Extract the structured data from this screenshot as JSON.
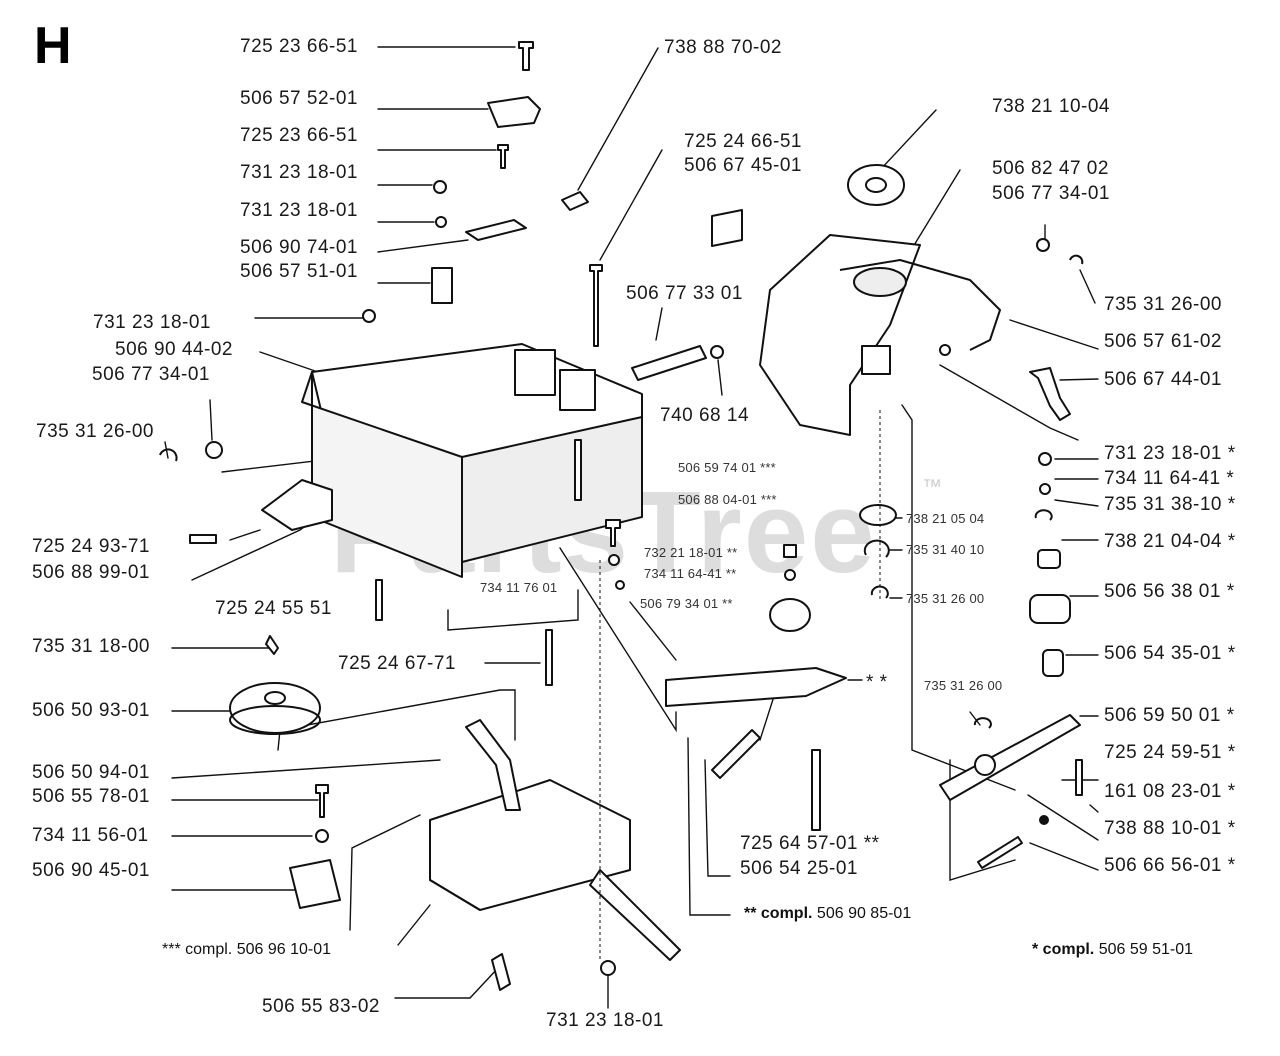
{
  "section": "H",
  "watermark": "PartsTree",
  "watermark_tm": "™",
  "labels_left": [
    "725 23 66-51",
    "506 57 52-01",
    "725 23 66-51",
    "731 23 18-01",
    "731 23 18-01",
    "506 90 74-01",
    "506 57 51-01",
    "731 23 18-01",
    "506 90 44-02",
    "506 77 34-01",
    "735 31 26-00",
    "725 24 93-71",
    "506 88 99-01",
    "725 24 55 51",
    "735 31 18-00",
    "725 24 67-71",
    "506 50 93-01",
    "506 50 94-01",
    "506 55 78-01",
    "734 11 56-01",
    "506 90 45-01",
    "506 55 83-02",
    "731 23 18-01"
  ],
  "labels_center": [
    "738 88 70-02",
    "725 24 66-51",
    "506 67 45-01",
    "506 77 33 01",
    "740 68 14",
    "506 59 74 01 ***",
    "506 88 04-01 ***",
    "732 21 18-01 **",
    "734 11 64-41 **",
    "734 11 76 01",
    "506 79 34 01 **",
    "738 21 05 04",
    "735 31 40 10",
    "735 31 26 00",
    "735 31 26 00",
    "725 64 57-01 **",
    "506 54 25-01"
  ],
  "labels_right": [
    "738 21 10-04",
    "506 82 47 02",
    "506 77 34-01",
    "735 31 26-00",
    "506 57 61-02",
    "506 67 44-01",
    "731 23 18-01 *",
    "734 11 64-41 *",
    "735 31 38-10 *",
    "738 21 04-04 *",
    "506 56 38 01 *",
    "506 54 35-01 *",
    "506 59 50 01 *",
    "725 24 59-51 *",
    "161 08 23-01 *",
    "738 88 10-01 *",
    "506 66 56-01 *"
  ],
  "star_marker": "* *",
  "compl_notes": {
    "triple": {
      "prefix": "*** compl.",
      "number": "506 96 10-01"
    },
    "double": {
      "prefix": "** compl.",
      "number": "506 90 85-01"
    },
    "single": {
      "prefix": "* compl.",
      "number": "506 59 51-01"
    }
  }
}
